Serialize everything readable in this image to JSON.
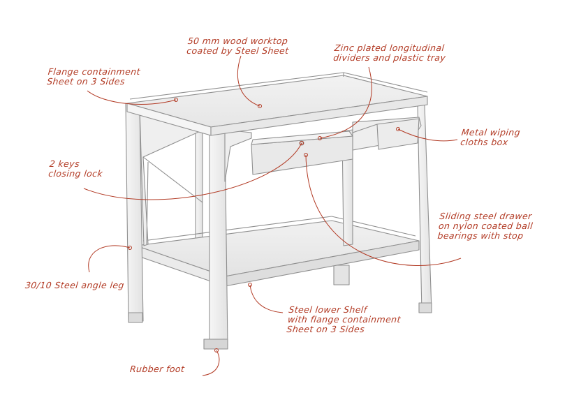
{
  "diagram": {
    "annotation_color": "#b23a24",
    "line_color": "#8f8f8f",
    "labels": {
      "worktop": [
        "50 mm wood worktop",
        "coated by Steel Sheet"
      ],
      "dividers": [
        "Zinc plated longitudinal",
        "dividers and plastic tray"
      ],
      "flange_top": [
        "Flange containment",
        "Sheet on 3 Sides"
      ],
      "wiping_box": [
        "Metal wiping",
        "cloths box"
      ],
      "lock": [
        "2 keys",
        "closing lock"
      ],
      "drawer": [
        "Sliding steel drawer",
        "on nylon coated ball",
        "bearings with stop"
      ],
      "angle_leg": [
        "30/10 Steel angle leg"
      ],
      "lower_shelf": [
        "Steel  lower Shelf",
        "with flange containment",
        "Sheet on 3 Sides"
      ],
      "rubber_foot": [
        "Rubber foot"
      ]
    }
  }
}
